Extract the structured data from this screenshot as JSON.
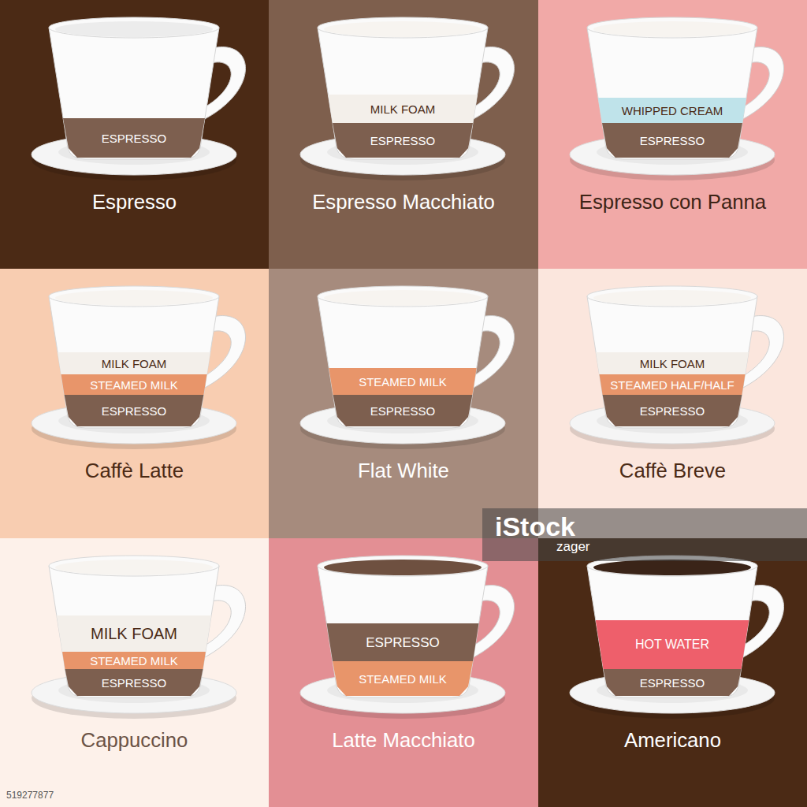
{
  "diagram": {
    "nodes": [
      {
        "text": [
          "Espresso"
        ]
      },
      {
        "text": [
          "ESPRESSO"
        ],
        "in": 0
      },
      {
        "text": [
          "Espresso Macchiato"
        ]
      },
      {
        "text": [
          "MILK FOAM"
        ],
        "in": 2
      },
      {
        "text": [
          "ESPRESSO"
        ],
        "in": 2
      },
      {
        "text": [
          "Espresso con Panna"
        ]
      },
      {
        "text": [
          "WHIPPED CREAM"
        ],
        "in": 5
      },
      {
        "text": [
          "ESPRESSO"
        ],
        "in": 5
      },
      {
        "text": [
          "Caffè Latte"
        ]
      },
      {
        "text": [
          "MILK FOAM"
        ],
        "in": 8
      },
      {
        "text": [
          "STEAMED MILK"
        ],
        "in": 8
      },
      {
        "text": [
          "ESPRESSO"
        ],
        "in": 8
      },
      {
        "text": [
          "Flat White"
        ]
      },
      {
        "text": [
          "STEAMED MILK"
        ],
        "in": 12
      },
      {
        "text": [
          "ESPRESSO"
        ],
        "in": 12
      },
      {
        "text": [
          "Caffè Breve"
        ]
      },
      {
        "text": [
          "MILK FOAM"
        ],
        "in": 15
      },
      {
        "text": [
          "STEAMED HALF/HALF"
        ],
        "in": 15
      },
      {
        "text": [
          "ESPRESSO"
        ],
        "in": 15
      },
      {
        "text": [
          "Cappuccino"
        ]
      },
      {
        "text": [
          "MILK FOAM"
        ],
        "in": 19
      },
      {
        "text": [
          "STEAMED MILK"
        ],
        "in": 19
      },
      {
        "text": [
          "ESPRESSO"
        ],
        "in": 19
      },
      {
        "text": [
          "Latte Macchiato"
        ]
      },
      {
        "text": [
          "ESPRESSO"
        ],
        "in": 23
      },
      {
        "text": [
          "STEAMED MILK"
        ],
        "in": 23
      },
      {
        "text": [
          "Americano"
        ]
      },
      {
        "text": [
          "HOT WATER"
        ],
        "in": 26
      },
      {
        "text": [
          "ESPRESSO"
        ],
        "in": 26
      }
    ],
    "labels": [
      "iStock",
      "zager",
      "519277877"
    ]
  }
}
